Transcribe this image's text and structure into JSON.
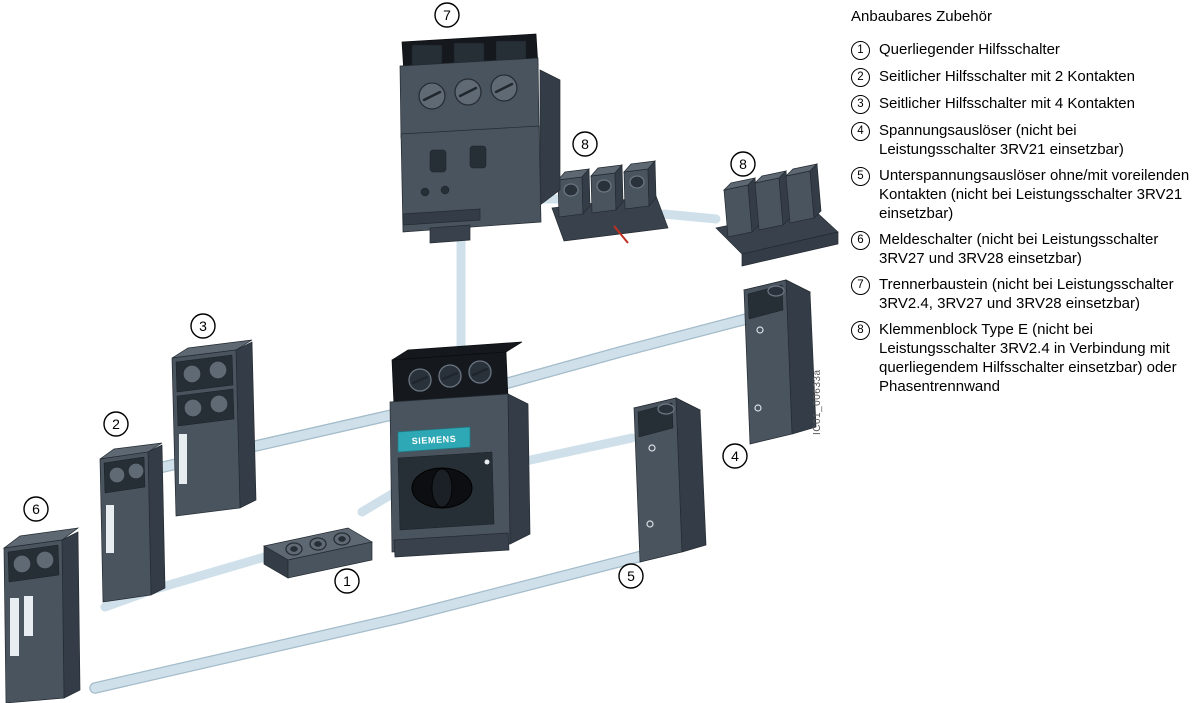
{
  "legend": {
    "title": "Anbaubares Zubehör",
    "items": [
      {
        "num": "1",
        "text": "Querliegender Hilfsschalter"
      },
      {
        "num": "2",
        "text": "Seitlicher Hilfsschalter mit 2 Kontakten"
      },
      {
        "num": "3",
        "text": "Seitlicher Hilfsschalter mit 4 Kontakten"
      },
      {
        "num": "4",
        "text": "Spannungsauslöser (nicht bei Leistungsschalter 3RV21 einsetzbar)"
      },
      {
        "num": "5",
        "text": "Unterspannungsauslöser ohne/mit voreilenden Kontakten (nicht bei Leistungsschalter 3RV21 einsetzbar)"
      },
      {
        "num": "6",
        "text": "Meldeschalter (nicht bei Leistungsschalter 3RV27 und 3RV28 einsetzbar)"
      },
      {
        "num": "7",
        "text": "Trennerbaustein (nicht bei Leistungsschalter 3RV2.4, 3RV27 und 3RV28 einsetzbar)"
      },
      {
        "num": "8",
        "text": "Klemmenblock Type E (nicht bei Leistungsschalter 3RV2.4 in Verbindung mit querliegendem Hilfsschalter einsetzbar) oder Phasentrennwand"
      }
    ]
  },
  "diagram": {
    "brand_label": "SIEMENS",
    "figure_code": "IC01_00633a",
    "callouts": [
      {
        "num": "7"
      },
      {
        "num": "8"
      },
      {
        "num": "8"
      },
      {
        "num": "3"
      },
      {
        "num": "2"
      },
      {
        "num": "6"
      },
      {
        "num": "1"
      },
      {
        "num": "5"
      },
      {
        "num": "4"
      }
    ]
  },
  "colors": {
    "pipe_blue": "#cfe0ea",
    "accent_teal": "#2fa8b5",
    "component_body": "#4a545f",
    "background": "#ffffff"
  }
}
